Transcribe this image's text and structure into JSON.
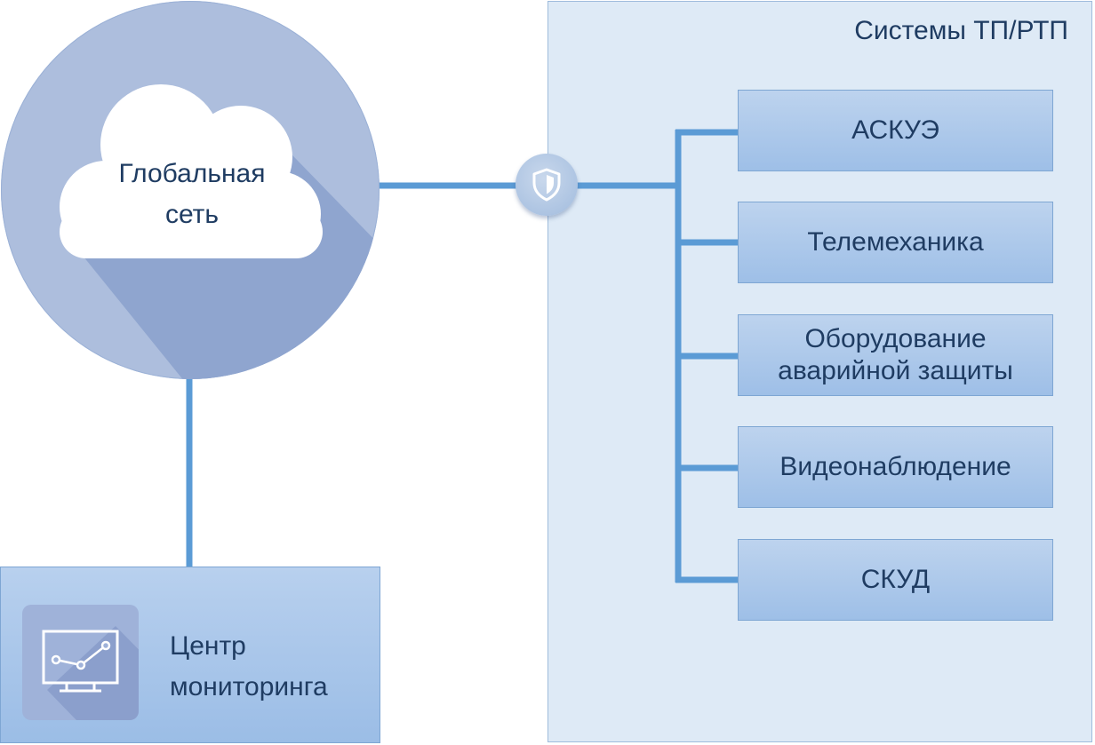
{
  "diagram": {
    "systems_title": "Системы ТП/РТП",
    "global_network": "Глобальная\nсеть",
    "monitoring_center": "Центр\nмониторинга",
    "security_node_icon": "shield-icon",
    "monitor_icon": "monitor-chart-icon",
    "cloud_icon": "cloud-icon",
    "systems": [
      {
        "label": "АСКУЭ"
      },
      {
        "label": "Телемеханика"
      },
      {
        "label": "Оборудование\nаварийной защиты"
      },
      {
        "label": "Видеонаблюдение"
      },
      {
        "label": "СКУД"
      }
    ],
    "colors": {
      "connector": "#5b9bd5",
      "text": "#1f3c62",
      "panel": "#deeaf6",
      "box": "#a8c6ea"
    }
  }
}
